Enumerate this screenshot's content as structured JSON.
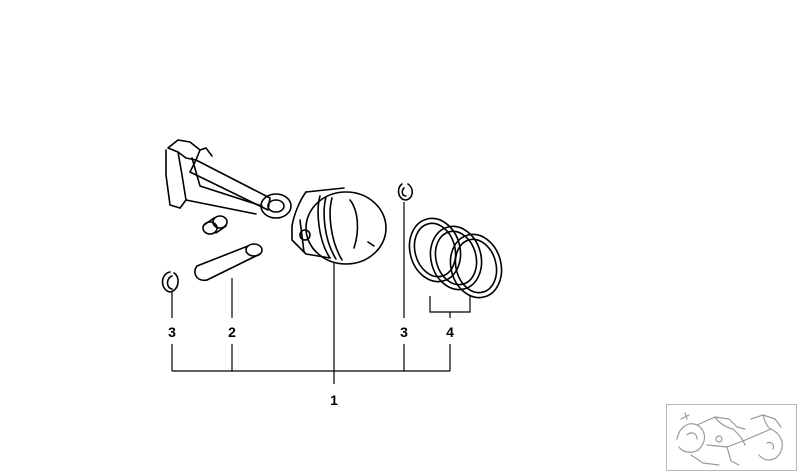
{
  "callouts": {
    "part_1": "1",
    "part_2": "2",
    "part_3_left": "3",
    "part_3_right": "3",
    "part_4": "4"
  },
  "colors": {
    "ink": "#000000",
    "thumbnail_border": "#b8b8b8",
    "thumbnail_ink": "#9a9a9a"
  }
}
